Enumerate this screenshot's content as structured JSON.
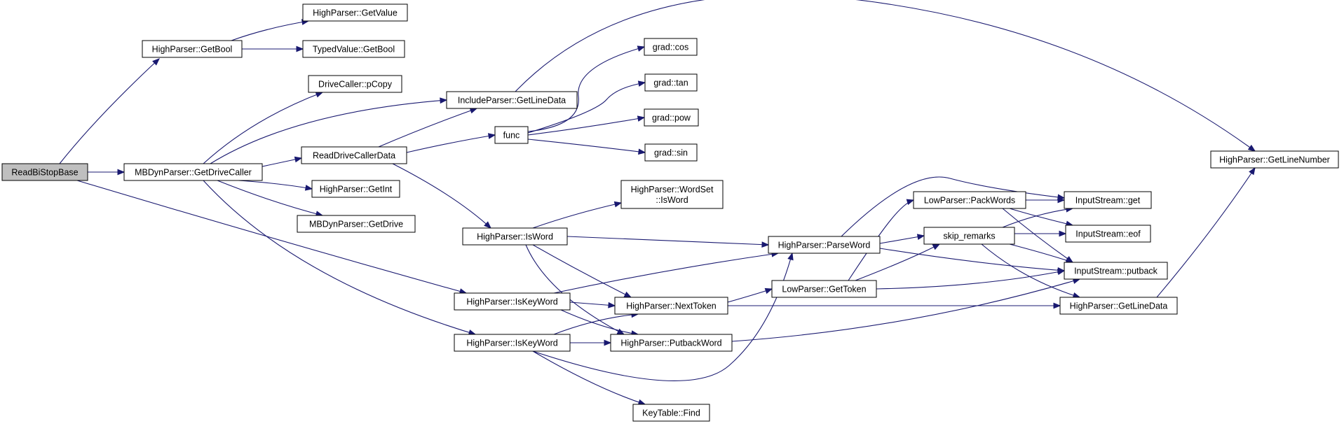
{
  "colors": {
    "edge": "#191970",
    "node_border": "#000000",
    "root_fill": "#bfbfbf",
    "node_fill": "#ffffff",
    "background": "#ffffff"
  },
  "nodes": {
    "readbistopbase": "ReadBiStopBase",
    "hp_getbool": "HighParser::GetBool",
    "hp_getvalue": "HighParser::GetValue",
    "tv_getbool": "TypedValue::GetBool",
    "mbd_getdrivecaller": "MBDynParser::GetDriveCaller",
    "dc_pcopy": "DriveCaller::pCopy",
    "ip_getlinedata": "IncludeParser::GetLineData",
    "readdrivecallerdata": "ReadDriveCallerData",
    "hp_getint": "HighParser::GetInt",
    "mbd_getdrive": "MBDynParser::GetDrive",
    "func": "func",
    "grad_cos": "grad::cos",
    "grad_tan": "grad::tan",
    "grad_pow": "grad::pow",
    "grad_sin": "grad::sin",
    "hp_wordset_isword_1": "HighParser::WordSet",
    "hp_wordset_isword_2": "::IsWord",
    "hp_isword": "HighParser::IsWord",
    "hp_iskeyword_1": "HighParser::IsKeyWord",
    "hp_iskeyword_2": "HighParser::IsKeyWord",
    "hp_nexttoken": "HighParser::NextToken",
    "hp_putbackword": "HighParser::PutbackWord",
    "keytable_find": "KeyTable::Find",
    "hp_parseword": "HighParser::ParseWord",
    "lp_gettoken": "LowParser::GetToken",
    "lp_packwords": "LowParser::PackWords",
    "skip_remarks": "skip_remarks",
    "is_get": "InputStream::get",
    "is_eof": "InputStream::eof",
    "is_putback": "InputStream::putback",
    "hp_getlinedata": "HighParser::GetLineData",
    "hp_getlinenumber": "HighParser::GetLineNumber"
  }
}
